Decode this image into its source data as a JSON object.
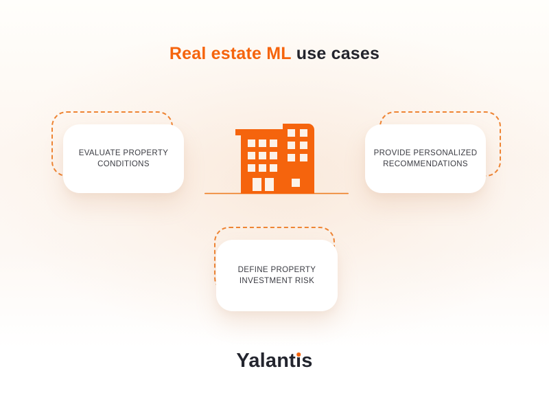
{
  "colors": {
    "accent_orange": "#F5640D",
    "dash_orange": "#EE8433",
    "ground_line_orange": "#ED7D22",
    "title_dark": "#23242C",
    "card_text": "#3A3B42",
    "card_bg": "#FFFFFF",
    "bg_peach": "#FBF1E8"
  },
  "title": {
    "accent_text": "Real estate ML",
    "rest_text": "use cases"
  },
  "cards": [
    {
      "id": "evaluate-property-conditions",
      "label": "EVALUATE PROPERTY CONDITIONS"
    },
    {
      "id": "provide-personalized-recommendations",
      "label": "PROVIDE PERSONALIZED RECOMMENDATIONS"
    },
    {
      "id": "define-property-investment-risk",
      "label": "DEFINE PROPERTY INVESTMENT RISK"
    }
  ],
  "center_icon": {
    "name": "building-icon"
  },
  "logo": {
    "text": "Yalantis",
    "dotted_i_index": 6
  }
}
